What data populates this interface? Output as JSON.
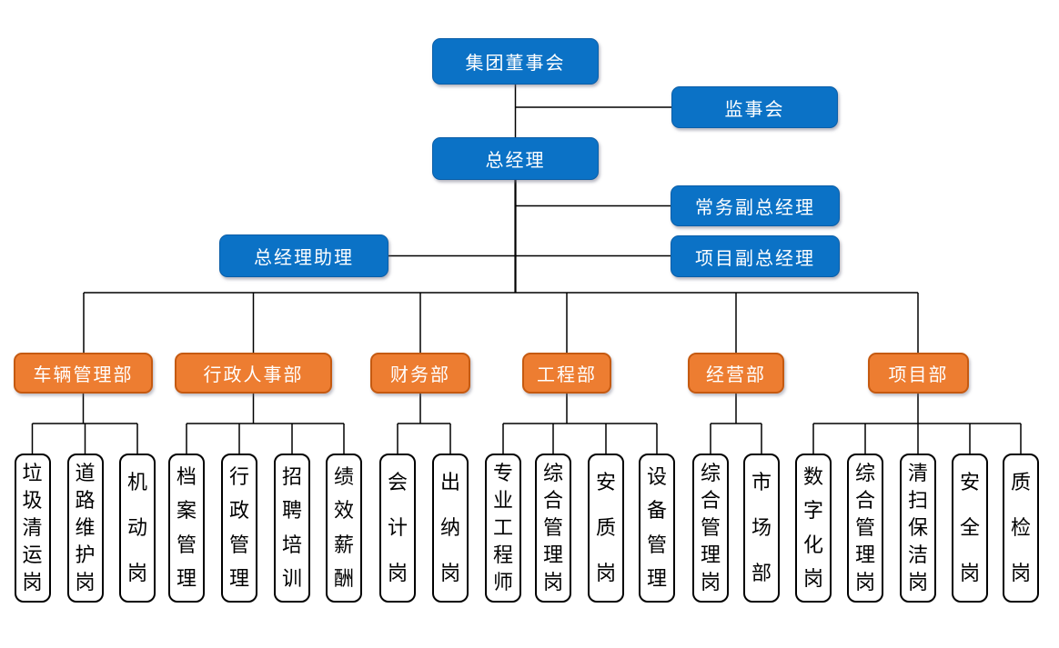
{
  "chart": {
    "type": "org-chart",
    "top": {
      "board": "集团董事会",
      "supervisory": "监事会",
      "gm": "总经理",
      "evp": "常务副总经理",
      "pvp": "项目副总经理",
      "gma": "总经理助理"
    },
    "departments": [
      {
        "label": "车辆管理部",
        "children": [
          "垃圾清运岗",
          "道路维护岗",
          "机动岗"
        ]
      },
      {
        "label": "行政人事部",
        "children": [
          "档案管理",
          "行政管理",
          "招聘培训",
          "绩效薪酬"
        ]
      },
      {
        "label": "财务部",
        "children": [
          "会计岗",
          "出纳岗"
        ]
      },
      {
        "label": "工程部",
        "children": [
          "专业工程师",
          "综合管理岗",
          "安质岗",
          "设备管理"
        ]
      },
      {
        "label": "经营部",
        "children": [
          "综合管理岗",
          "市场部"
        ]
      },
      {
        "label": "项目部",
        "children": [
          "数字化岗",
          "综合管理岗",
          "清扫保洁岗",
          "安全岗",
          "质检岗"
        ]
      }
    ]
  },
  "colors": {
    "blue": "#0B72C6",
    "blue_border": "#0A5EA8",
    "orange": "#ED7D31",
    "orange_border": "#C55A11",
    "line": "#000000",
    "position_box_bg": "#FFFFFF",
    "position_box_border": "#000000",
    "text_on_color": "#FFFFFF"
  }
}
